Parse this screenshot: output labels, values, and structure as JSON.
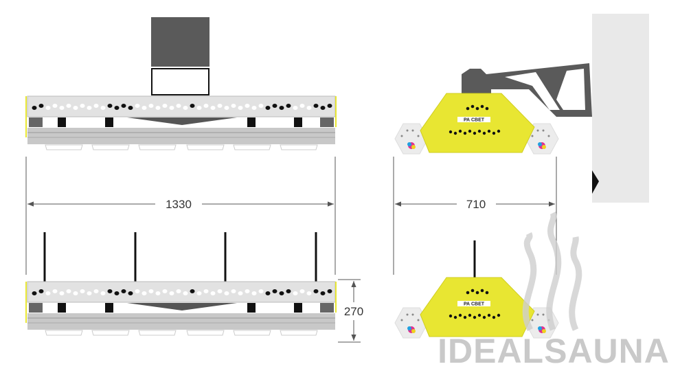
{
  "dimensions": {
    "width_front": "1330",
    "width_side": "710",
    "height_side": "270"
  },
  "brand_label": "РА СВЕТ",
  "watermark": "IDEALSAUNA",
  "colors": {
    "fixture_yellow": "#e8e632",
    "bracket_gray": "#5a5a5a",
    "panel_light": "#e2e2e2",
    "wall_gray": "#e9e9e9",
    "watermark_gray": "#c9c9c9"
  }
}
